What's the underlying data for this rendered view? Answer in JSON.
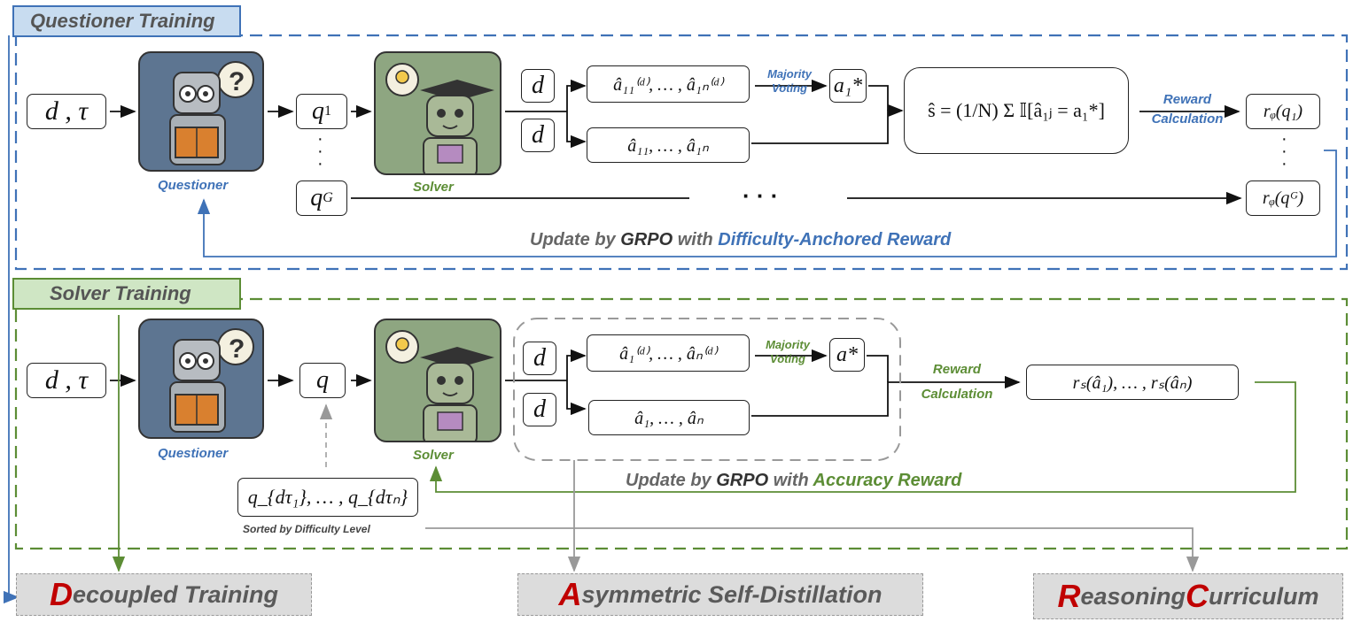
{
  "questioner_training": {
    "title": "Questioner Training",
    "input": "d , τ",
    "questioner_label": "Questioner",
    "solver_label": "Solver",
    "q1": "q",
    "q1_sub": "1",
    "qG": "q",
    "qG_sub": "G",
    "d_box": "d",
    "d_crossed": "d",
    "answers_with_doc": "â₁₁⁽ᵈ⁾, … , â₁ₙ⁽ᵈ⁾",
    "answers_no_doc": "â₁₁, … , â₁ₙ",
    "majority_voting_1": "Majority",
    "majority_voting_2": "Voting",
    "a_star": "a₁*",
    "formula": "ŝ = (1/N) Σ 𝕀[â₁ⱼ = a₁*]",
    "reward_calc_1": "Reward",
    "reward_calc_2": "Calculation",
    "reward_q1": "rᵩ(q₁)",
    "reward_qG": "rᵩ(qᴳ)",
    "ellipsis": "· · ·",
    "update_prefix": "Update by ",
    "update_grpo": "GRPO",
    "update_with": " with ",
    "update_reward": "Difficulty-Anchored Reward"
  },
  "solver_training": {
    "title": "Solver Training",
    "input": "d , τ",
    "questioner_label": "Questioner",
    "solver_label": "Solver",
    "q": "q",
    "d_box": "d",
    "d_crossed": "d",
    "answers_with_doc": "â₁⁽ᵈ⁾, … , âₙ⁽ᵈ⁾",
    "answers_no_doc": "â₁, … , âₙ",
    "majority_voting_1": "Majority",
    "majority_voting_2": "Voting",
    "a_star": "a*",
    "reward_calc_1": "Reward",
    "reward_calc_2": "Calculation",
    "reward_out": "rₛ(â₁), … , rₛ(âₙ)",
    "curriculum_box": "q_{dτ₁}, … , q_{dτₙ}",
    "sorted_caption": "Sorted by Difficulty Level",
    "update_prefix": "Update by ",
    "update_grpo": "GRPO",
    "update_with": " with ",
    "update_reward": "Accuracy Reward"
  },
  "footer": {
    "decoupled_cap": "D",
    "decoupled_rest": "ecoupled Training",
    "asym_cap": "A",
    "asym_rest": "symmetric Self-Distillation",
    "reason_cap1": "R",
    "reason_rest1": "easoning ",
    "reason_cap2": "C",
    "reason_rest2": "urriculum"
  },
  "colors": {
    "blue": "#3f72b7",
    "green": "#5c8d35",
    "red": "#c00000",
    "gray": "#666666"
  }
}
